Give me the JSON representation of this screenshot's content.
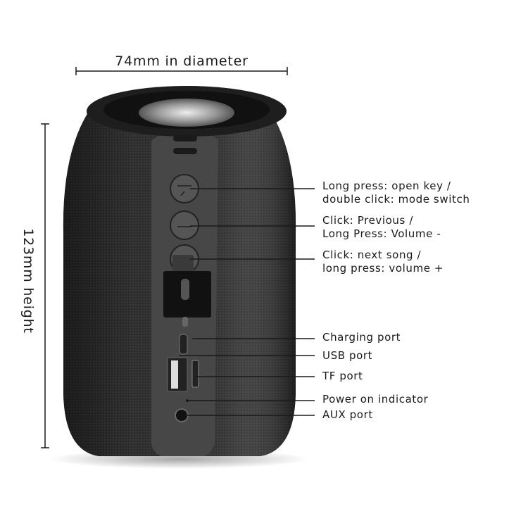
{
  "dimensions": {
    "width_label": "74mm in diameter",
    "height_label": "123mm height"
  },
  "callouts": [
    {
      "line1": "Long press: open key /",
      "line2": "double click: mode switch"
    },
    {
      "line1": "Click: Previous /",
      "line2": "Long Press: Volume -"
    },
    {
      "line1": "Click: next song /",
      "line2": "long press: volume +"
    },
    {
      "line1": "Charging port"
    },
    {
      "line1": "USB port"
    },
    {
      "line1": "TF port"
    },
    {
      "line1": "Power on indicator"
    },
    {
      "line1": "AUX port"
    }
  ],
  "colors": {
    "body": "#2b2b2b",
    "panel": "#4a4a4a",
    "text": "#1a1a1a"
  }
}
